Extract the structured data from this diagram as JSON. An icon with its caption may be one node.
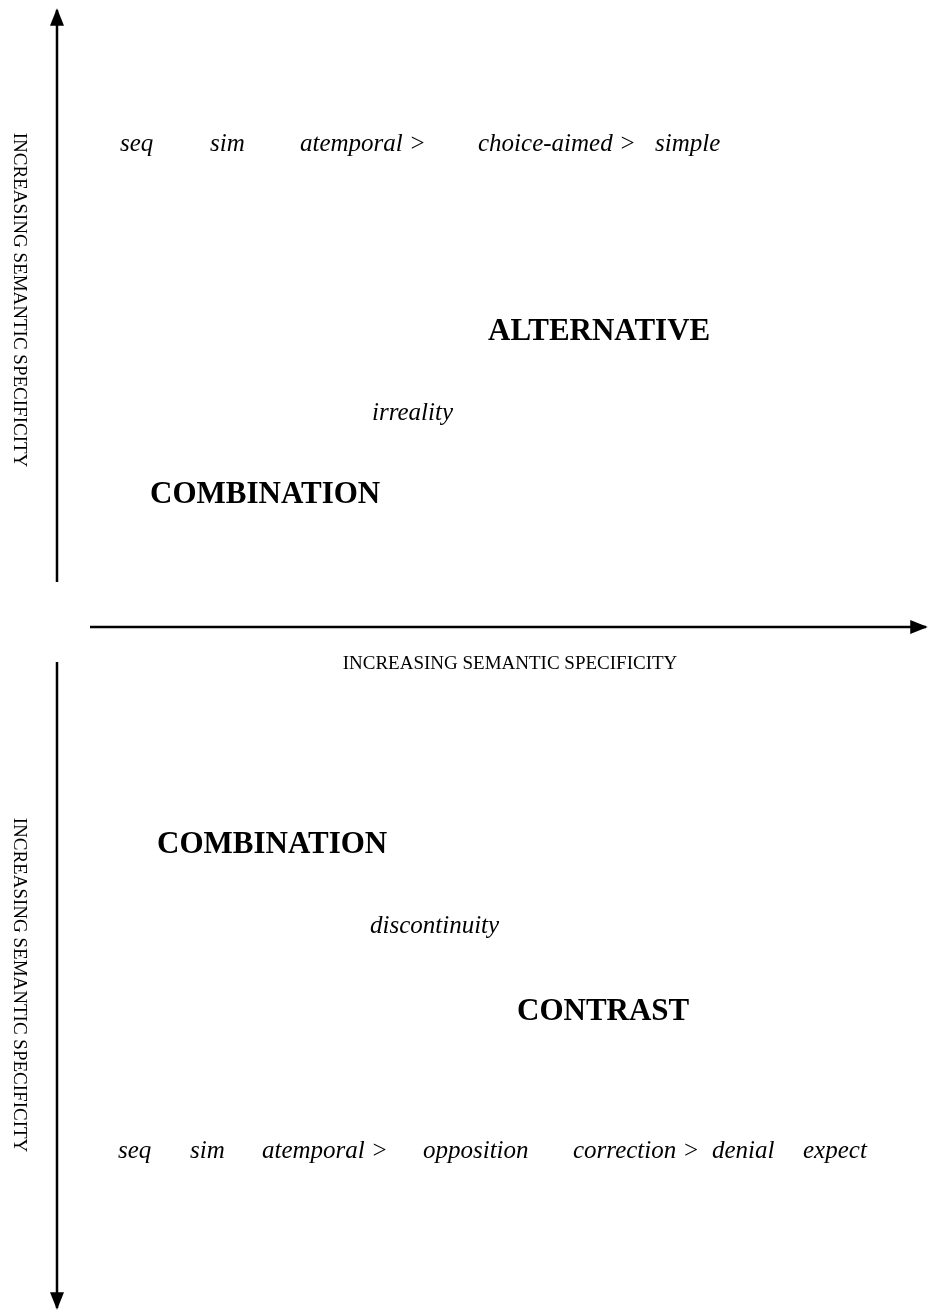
{
  "diagram": {
    "labels": [
      "INCREASING SEMANTIC SPECIFICITY",
      "seq",
      "sim",
      "atemporal >",
      "choice-aimed >",
      "simple",
      "ALTERNATIVE",
      "irreality",
      "COMBINATION",
      "INCREASING SEMANTIC SPECIFICITY",
      "INCREASING SEMANTIC SPECIFICITY",
      "COMBINATION",
      "discontinuity",
      "CONTRAST",
      "seq",
      "sim",
      "atemporal >",
      "opposition",
      "correction >",
      "denial",
      "expect"
    ]
  }
}
